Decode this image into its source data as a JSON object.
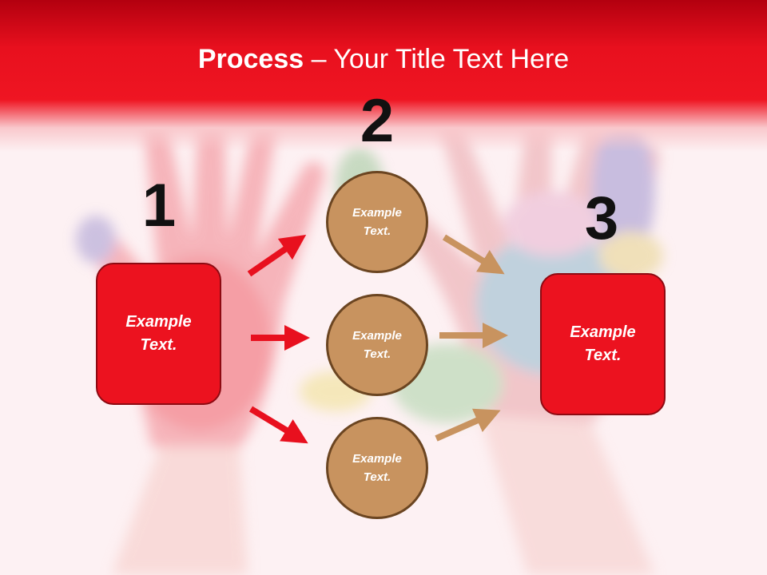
{
  "slide": {
    "title_bold": "Process",
    "title_rest": " – Your Title Text Here"
  },
  "steps": {
    "one": {
      "number": "1",
      "text": "Example\nText."
    },
    "two": {
      "number": "2"
    },
    "three": {
      "number": "3",
      "text": "Example\nText."
    }
  },
  "circles": [
    {
      "text": "Example\nText."
    },
    {
      "text": "Example\nText."
    },
    {
      "text": "Example\nText."
    }
  ],
  "colors": {
    "red": "#ec121f",
    "tan": "#c8935f",
    "arrow_red": "#e8101e",
    "arrow_tan": "#c8935f"
  }
}
